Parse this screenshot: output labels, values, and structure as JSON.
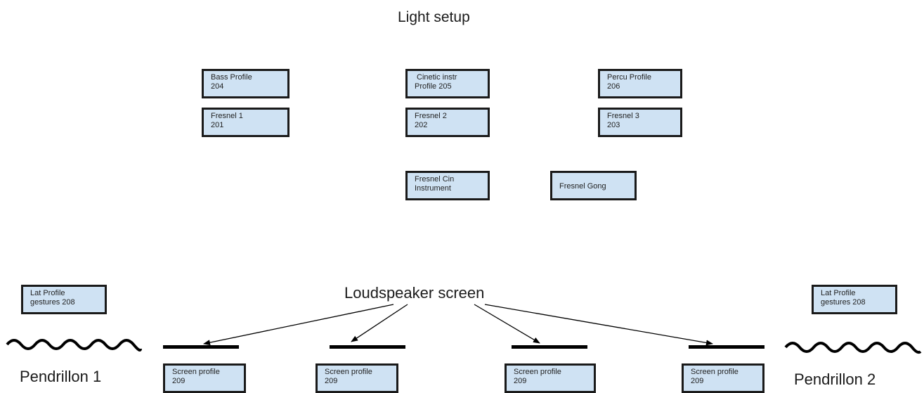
{
  "title": "Light setup",
  "loudspeaker_label": "Loudspeaker screen",
  "boxes": {
    "bass_profile": {
      "line1": "Bass Profile",
      "line2": "204"
    },
    "cinetic_profile": {
      "line1": "Cinetic instr",
      "line2": "Profile 205"
    },
    "percu_profile": {
      "line1": "Percu Profile",
      "line2": "206"
    },
    "fresnel_1": {
      "line1": "Fresnel 1",
      "line2": "201"
    },
    "fresnel_2": {
      "line1": "Fresnel 2",
      "line2": "202"
    },
    "fresnel_3": {
      "line1": "Fresnel 3",
      "line2": "203"
    },
    "fresnel_cin": {
      "line1": "Fresnel Cin",
      "line2": "Instrument"
    },
    "fresnel_gong": {
      "line1": "Fresnel Gong"
    },
    "lat_left": {
      "line1": "Lat Profile",
      "line2": "gestures 208"
    },
    "lat_right": {
      "line1": "Lat Profile",
      "line2": "gestures 208"
    },
    "screen_1": {
      "line1": "Screen profile",
      "line2": "209"
    },
    "screen_2": {
      "line1": "Screen profile",
      "line2": "209"
    },
    "screen_3": {
      "line1": "Screen profile",
      "line2": "209"
    },
    "screen_4": {
      "line1": "Screen profile",
      "line2": "209"
    }
  },
  "pendrillon_left": "Pendrillon 1",
  "pendrillon_right": "Pendrillon 2",
  "colors": {
    "box_fill": "#cfe2f3",
    "box_border": "#1a1a1a",
    "line": "#000000"
  }
}
